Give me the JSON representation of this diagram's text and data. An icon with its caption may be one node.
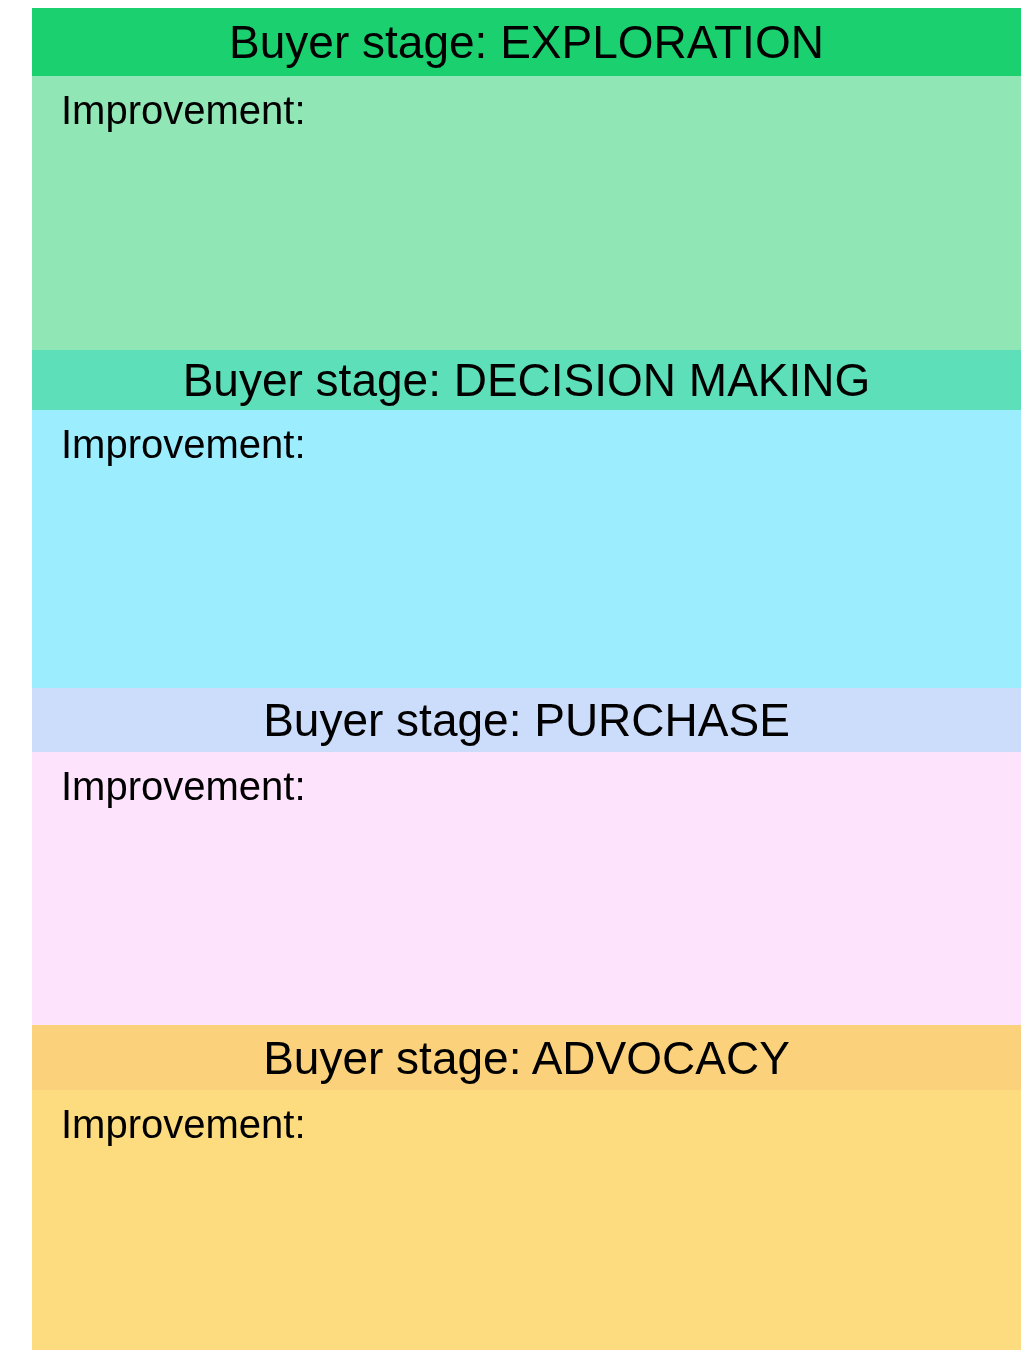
{
  "diagram": {
    "nodes": [
      {
        "text": [
          "Buyer stage: EXPLORATION"
        ]
      },
      {
        "text": [
          "Improvement:"
        ]
      },
      {
        "text": [
          "Buyer stage: DECISION MAKING"
        ]
      },
      {
        "text": [
          "Improvement:"
        ]
      },
      {
        "text": [
          "Buyer stage: PURCHASE"
        ]
      },
      {
        "text": [
          "Improvement:"
        ]
      },
      {
        "text": [
          "Buyer stage: ADVOCACY"
        ]
      },
      {
        "text": [
          "Improvement:"
        ]
      }
    ]
  }
}
